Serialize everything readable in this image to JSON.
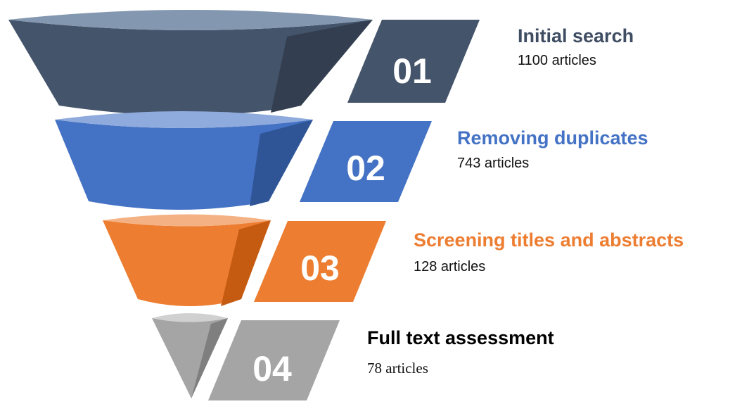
{
  "stages": [
    {
      "number": "01",
      "title": "Initial search",
      "count": "1100 articles",
      "colors": {
        "title": "#3f4d63",
        "front": "#44546a",
        "side": "#333f50",
        "top": "#8497b0",
        "tab": "#44546a"
      }
    },
    {
      "number": "02",
      "title": "Removing duplicates",
      "count": "743 articles",
      "colors": {
        "title": "#4472c4",
        "front": "#4472c4",
        "side": "#2f5597",
        "top": "#8faadc",
        "tab": "#4472c4"
      }
    },
    {
      "number": "03",
      "title": "Screening titles and abstracts",
      "count": "128 articles",
      "colors": {
        "title": "#ed7d31",
        "front": "#ed7d31",
        "side": "#c55a11",
        "top": "#f4b183",
        "tab": "#ed7d31"
      }
    },
    {
      "number": "04",
      "title": "Full text assessment",
      "count": "78 articles",
      "colors": {
        "title": "#000000",
        "front": "#a5a5a5",
        "side": "#7f7f7f",
        "top": "#d0d0d0",
        "tab": "#a5a5a5"
      }
    }
  ]
}
